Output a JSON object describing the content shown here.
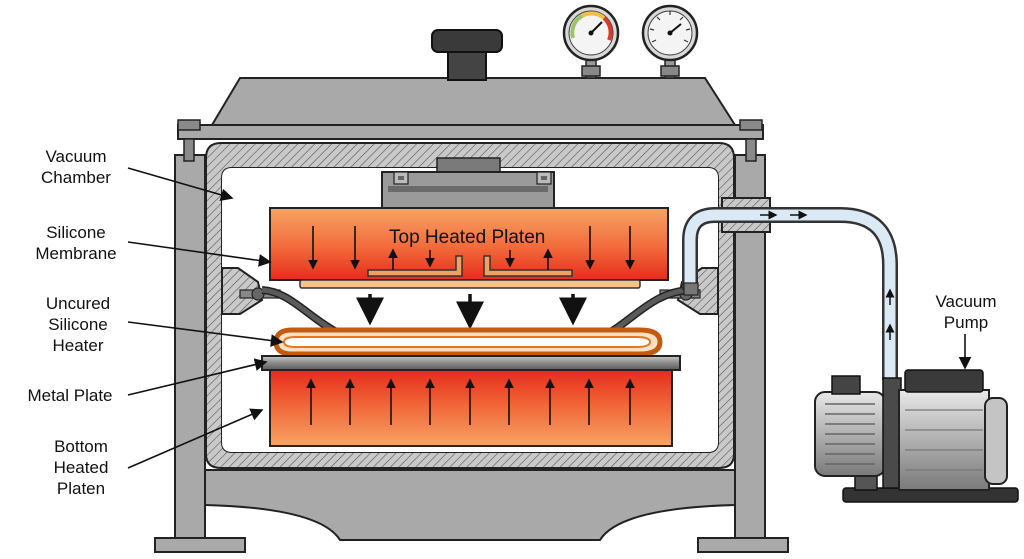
{
  "labels": {
    "vacuum_chamber": [
      "Vacuum",
      "Chamber"
    ],
    "silicone_membrane": [
      "Silicone",
      "Membrane"
    ],
    "uncured_heater": [
      "Uncured",
      "Silicone",
      "Heater"
    ],
    "metal_plate": [
      "Metal Plate"
    ],
    "bottom_platen": [
      "Bottom",
      "Heated",
      "Platen"
    ],
    "vacuum_pump": [
      "Vacuum",
      "Pump"
    ],
    "top_platen": "Top Heated Platen"
  },
  "colors": {
    "frame_gray": "#a9a9a9",
    "frame_dark": "#6f6f6f",
    "heat_red": "#e8321e",
    "heat_orange": "#f6a060",
    "membrane": "#4a4a4a",
    "heater_orange": "#e8741e",
    "hose_blue": "#dbe9f5"
  },
  "icons": [
    "pressure-gauge-icon",
    "clamp-knob-icon",
    "vacuum-pump-icon",
    "flow-arrow-icon"
  ]
}
